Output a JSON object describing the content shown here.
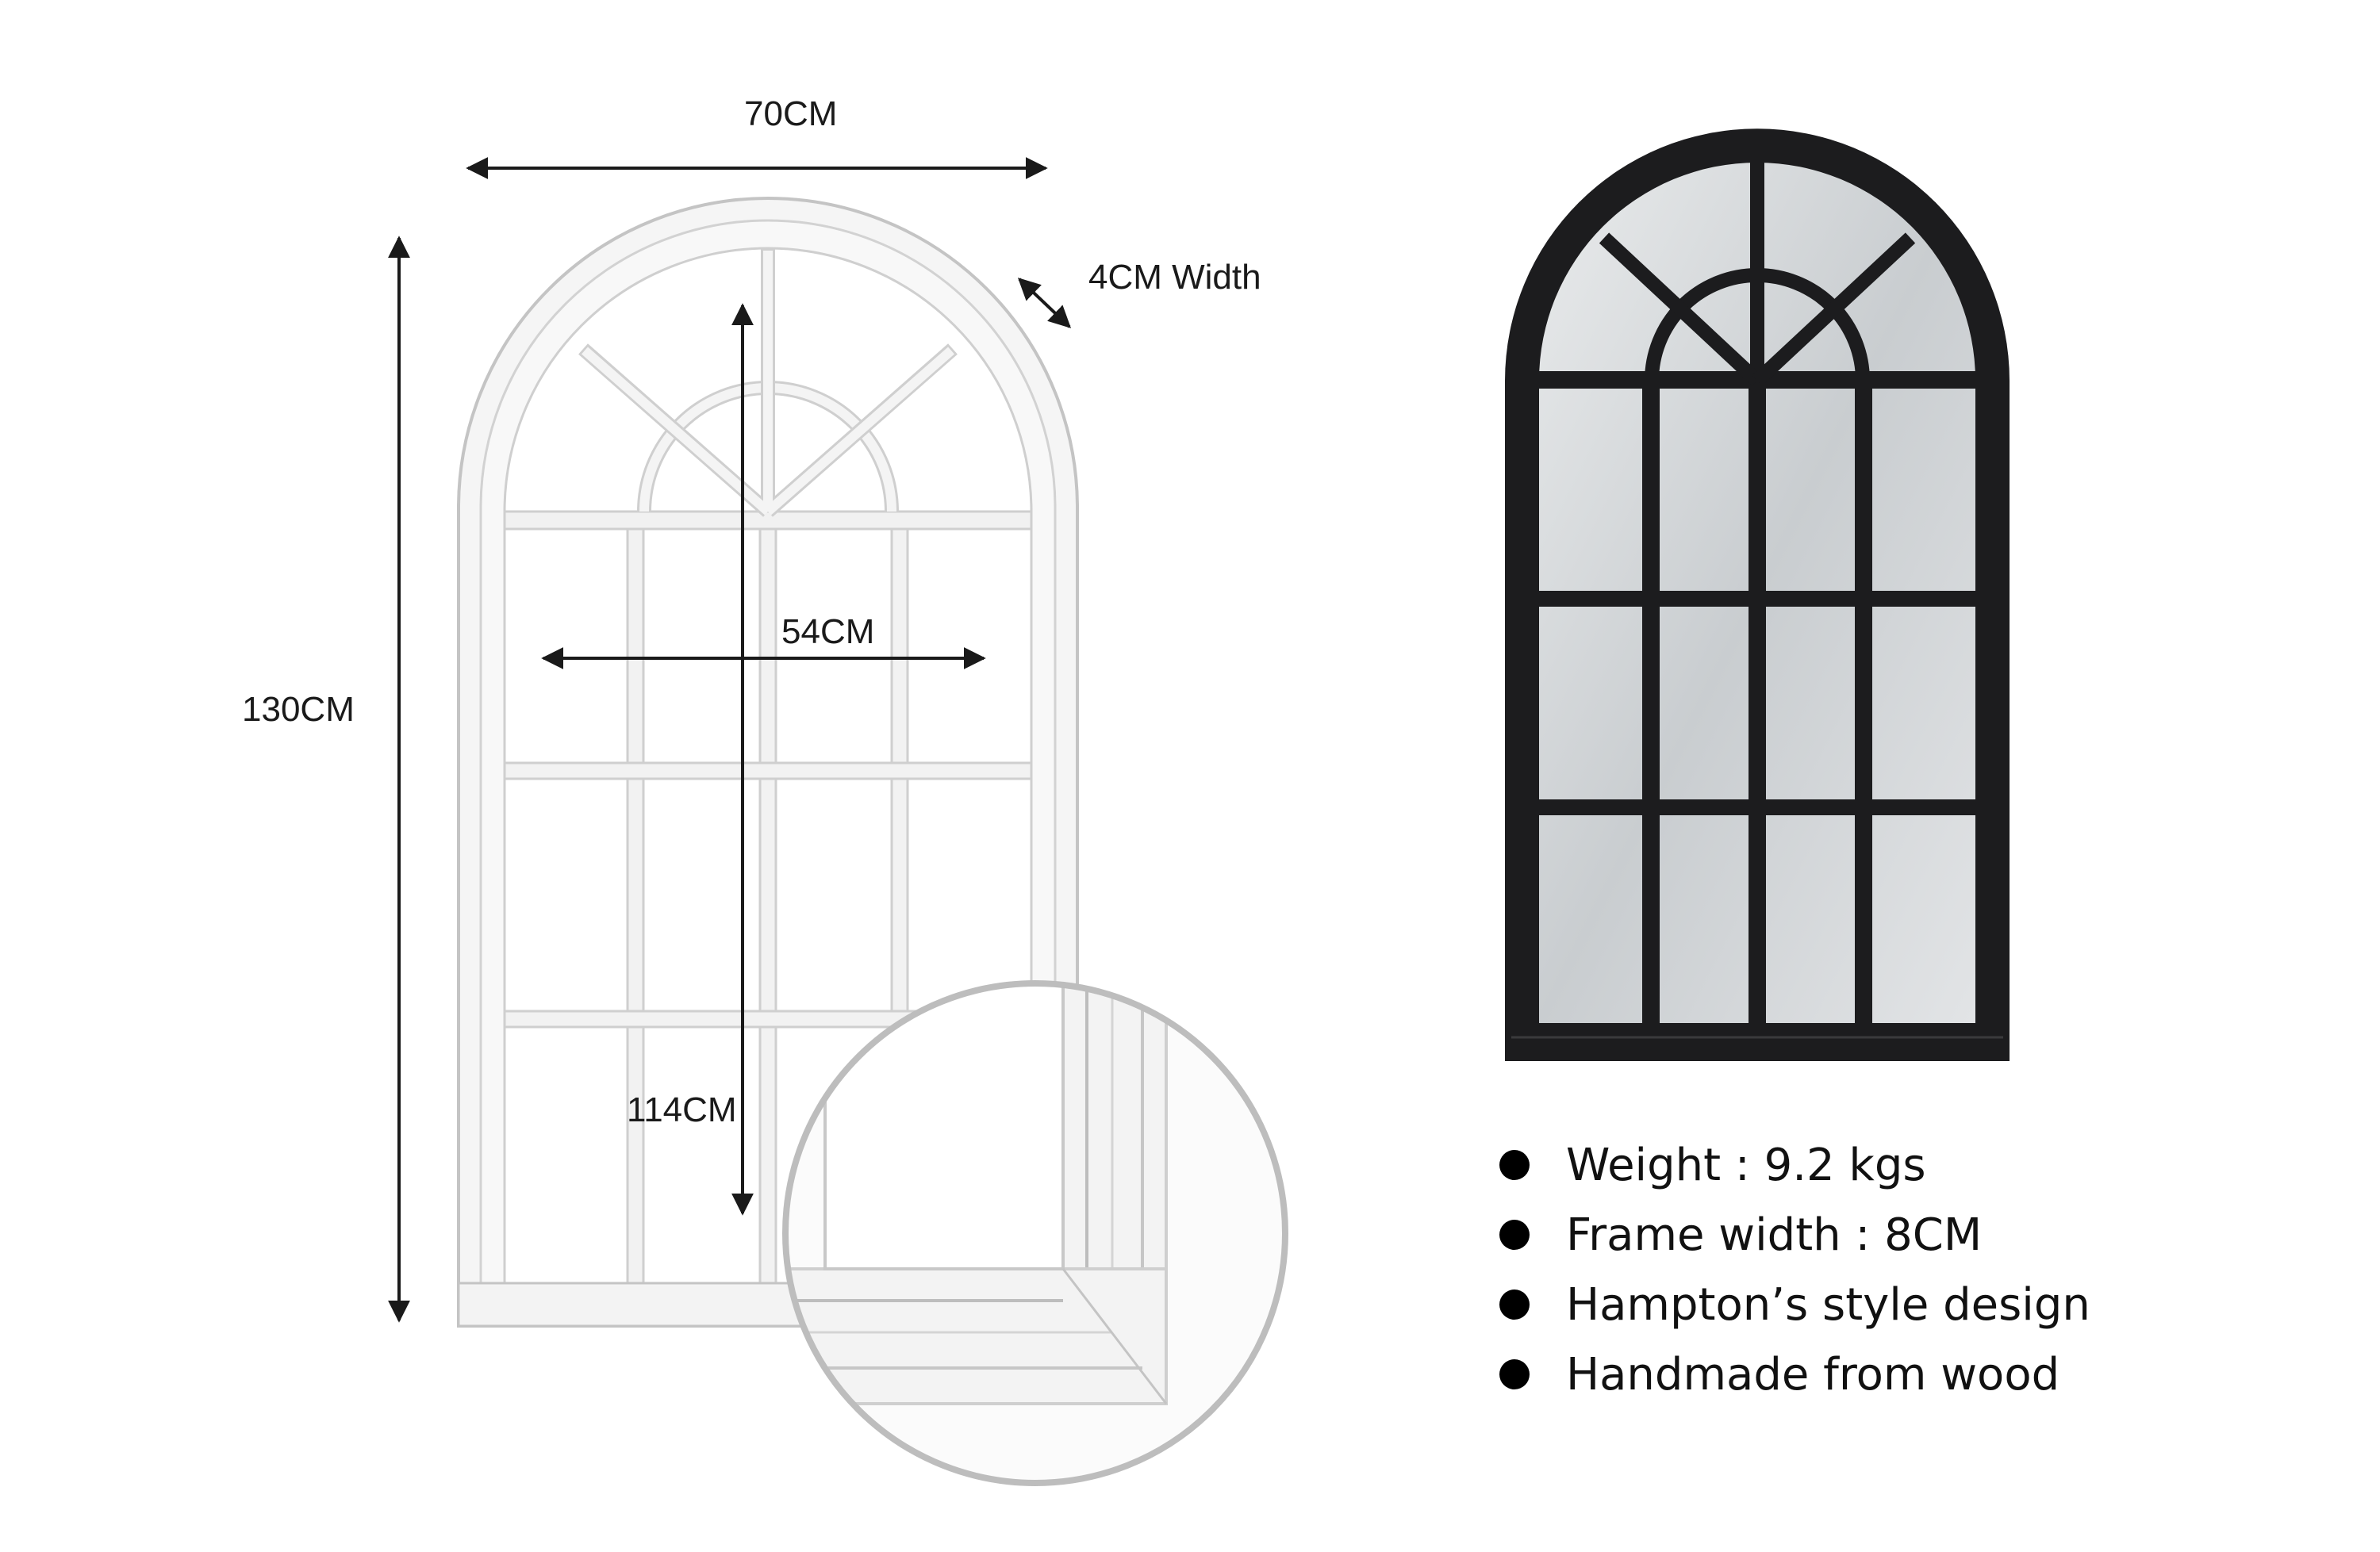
{
  "dimensions": {
    "overall_width": "70CM",
    "frame_depth": "4CM Width",
    "overall_height": "130CM",
    "inner_width": "54CM",
    "inner_height": "114CM"
  },
  "specs": [
    "Weight : 9.2 kgs",
    "Frame width  : 8CM",
    "Hampton’s style design",
    "Handmade from wood"
  ],
  "colors": {
    "white_frame": "#f4f4f4",
    "white_frame_edge": "#c9c9c9",
    "black_frame": "#1c1c1e",
    "mirror_glass": "#d6d9db",
    "arrow": "#1a1a1a",
    "zoom_circle": "#bdbdbd"
  }
}
